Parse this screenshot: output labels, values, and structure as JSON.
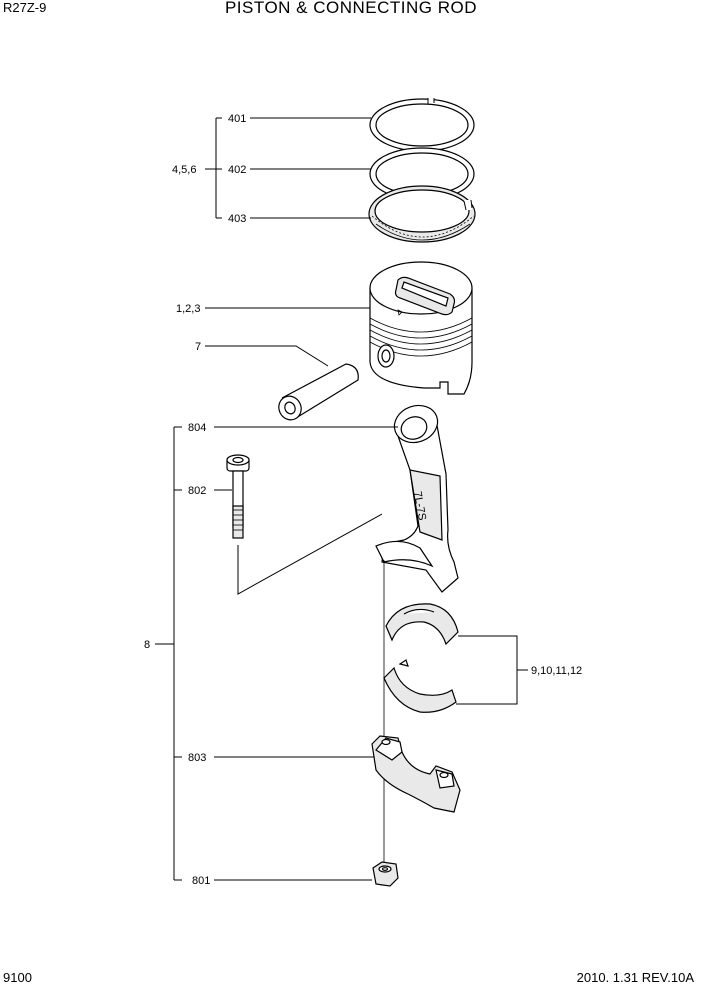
{
  "header": {
    "model": "R27Z-9",
    "title": "PISTON & CONNECTING ROD"
  },
  "footer": {
    "page": "9100",
    "revision": "2010. 1.31  REV.10A"
  },
  "callouts": {
    "ring_top": "401",
    "ring_second": "402",
    "ring_oil": "403",
    "ring_set": "4,5,6",
    "piston": "1,2,3",
    "pin": "7",
    "small_end_bushing": "804",
    "bolt": "802",
    "rod_assembly": "8",
    "bearings": "9,10,11,12",
    "cap": "803",
    "nut": "801"
  },
  "rod_marking": "7L-7S"
}
